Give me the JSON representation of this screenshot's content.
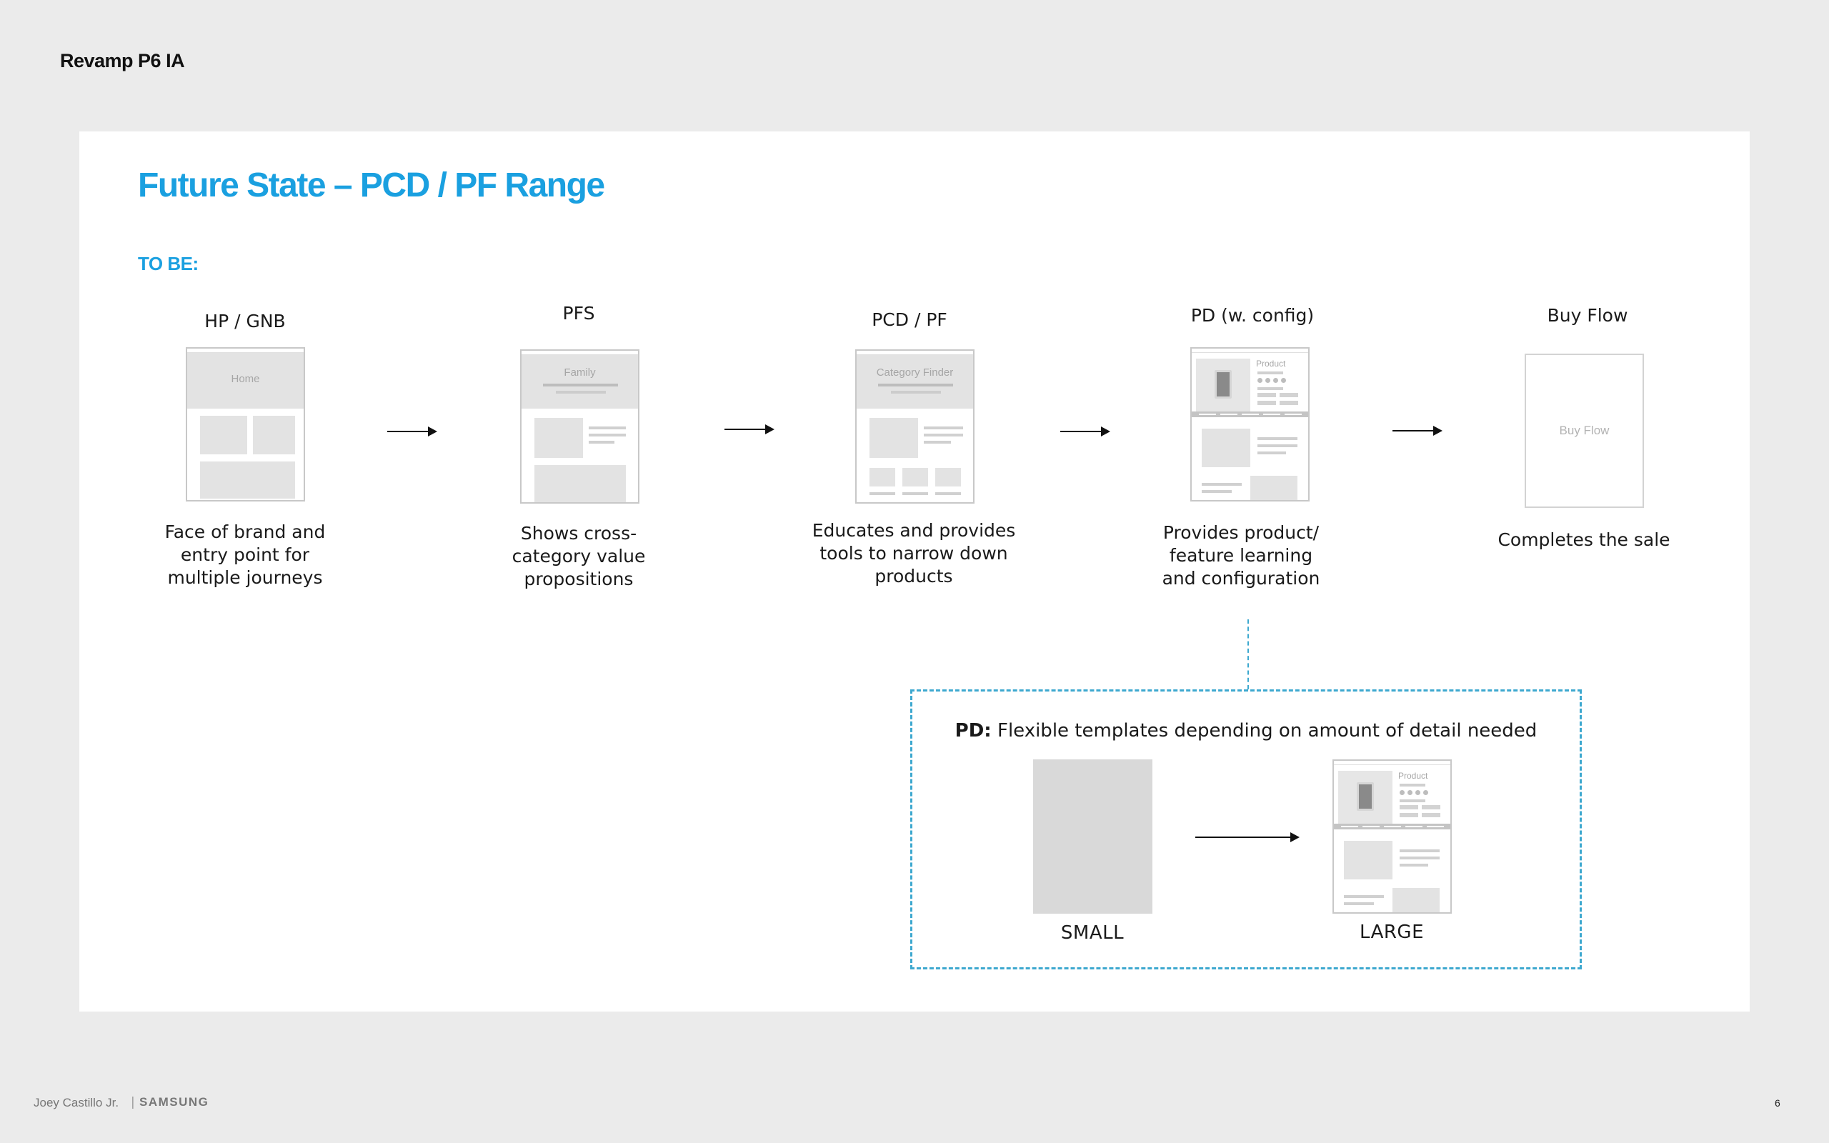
{
  "deck_title": "Revamp P6 IA",
  "slide": {
    "title": "Future State – PCD / PF Range",
    "subtitle": "TO BE:"
  },
  "flow": {
    "steps": [
      {
        "label": "HP / GNB",
        "wire_text": "Home",
        "desc": [
          "Face of brand and",
          "entry point for",
          "multiple journeys"
        ]
      },
      {
        "label": "PFS",
        "wire_text": "Family",
        "desc": [
          "Shows cross-",
          "category value",
          "propositions"
        ]
      },
      {
        "label": "PCD / PF",
        "wire_text": "Category Finder",
        "desc": [
          "Educates and provides",
          "tools to narrow down",
          "products"
        ]
      },
      {
        "label": "PD (w. config)",
        "wire_text": "Product",
        "desc": [
          "Provides product/",
          "feature learning",
          "and configuration"
        ]
      },
      {
        "label": "Buy Flow",
        "wire_text": "Buy Flow",
        "desc": [
          "Completes the sale"
        ]
      }
    ]
  },
  "pd_box": {
    "caption_bold": "PD:",
    "caption_rest": " Flexible templates depending on amount of detail needed",
    "small_label": "SMALL",
    "large_label": "LARGE",
    "large_wire_text": "Product"
  },
  "footer": {
    "author": "Joey Castillo Jr.",
    "separator": "|",
    "brand": "SAMSUNG",
    "page": "6"
  },
  "colors": {
    "accent": "#1aa0e0",
    "dashed_border": "#3da8cf",
    "background": "#ebebeb"
  }
}
